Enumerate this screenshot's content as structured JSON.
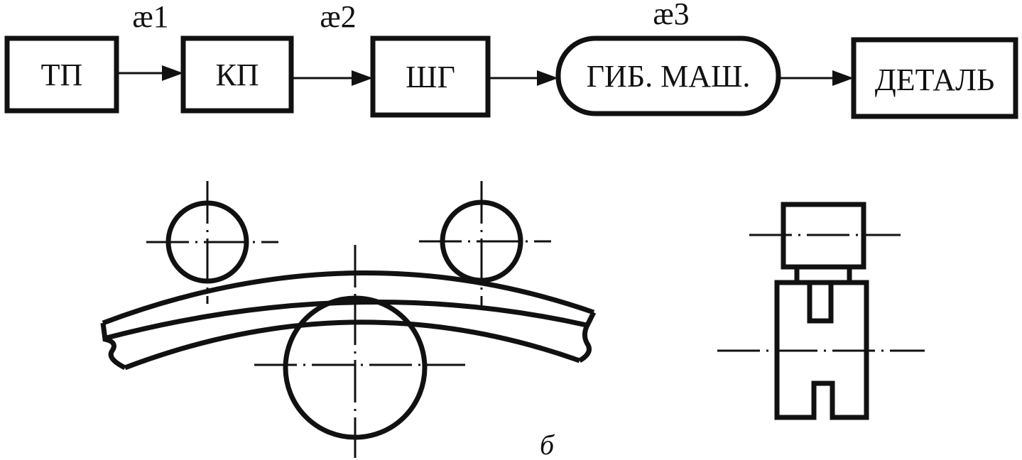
{
  "flow": {
    "blocks": [
      "ТП",
      "КП",
      "ШГ",
      "ГИБ. МАШ.",
      "ДЕТАЛЬ"
    ],
    "coefficients": [
      "æ1",
      "æ2",
      "æ3"
    ]
  },
  "figure": {
    "caption": "б"
  }
}
